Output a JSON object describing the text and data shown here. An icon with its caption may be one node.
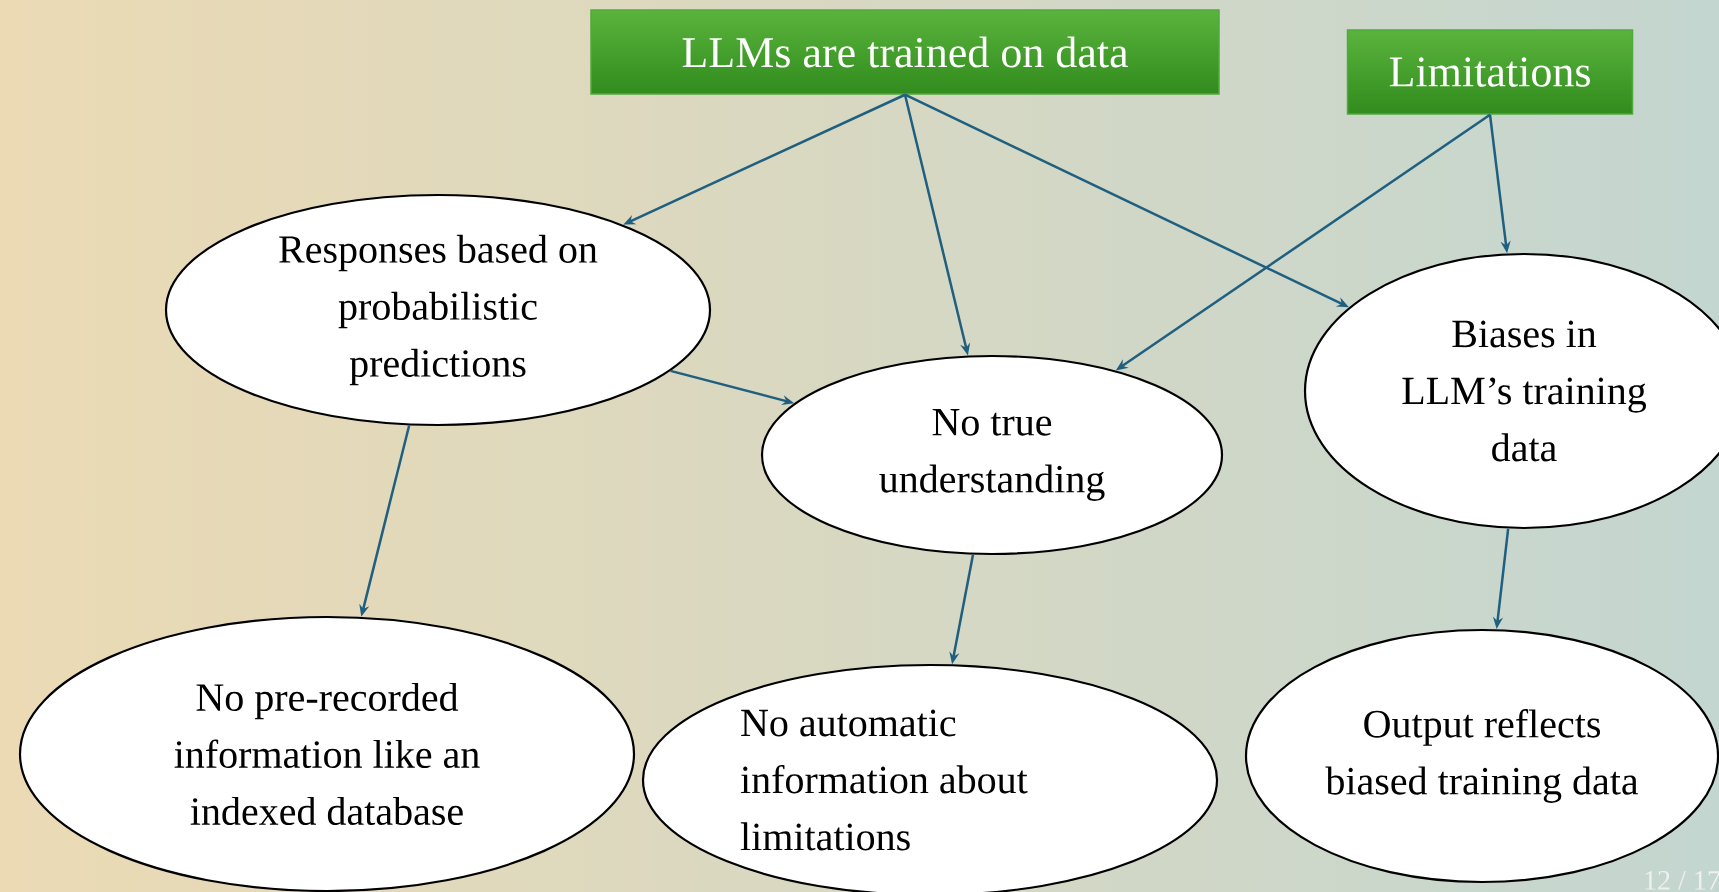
{
  "diagram": {
    "nodes": [
      {
        "text": [
          "LLMs are trained on data"
        ]
      },
      {
        "text": [
          "Limitations"
        ]
      },
      {
        "text": [
          "Responses based on probabilistic predictions"
        ]
      },
      {
        "text": [
          "No true understanding"
        ]
      },
      {
        "text": [
          "Biases in LLM’s training data"
        ]
      },
      {
        "text": [
          "No pre-recorded information like an indexed database"
        ]
      },
      {
        "text": [
          "No automatic information about limitations"
        ]
      },
      {
        "text": [
          "Output reflects biased training data"
        ]
      }
    ],
    "edges": [
      {
        "from": 0,
        "to": 2,
        "arrow": "to"
      },
      {
        "from": 0,
        "to": 3,
        "arrow": "to"
      },
      {
        "from": 0,
        "to": 4,
        "arrow": "to"
      },
      {
        "from": 1,
        "to": 3,
        "arrow": "to"
      },
      {
        "from": 1,
        "to": 4,
        "arrow": "to"
      },
      {
        "from": 2,
        "to": 3,
        "arrow": "to"
      },
      {
        "from": 2,
        "to": 5,
        "arrow": "to"
      },
      {
        "from": 3,
        "to": 6,
        "arrow": "to"
      },
      {
        "from": 4,
        "to": 7,
        "arrow": "to"
      }
    ],
    "labels": [
      "12 / 17"
    ]
  }
}
